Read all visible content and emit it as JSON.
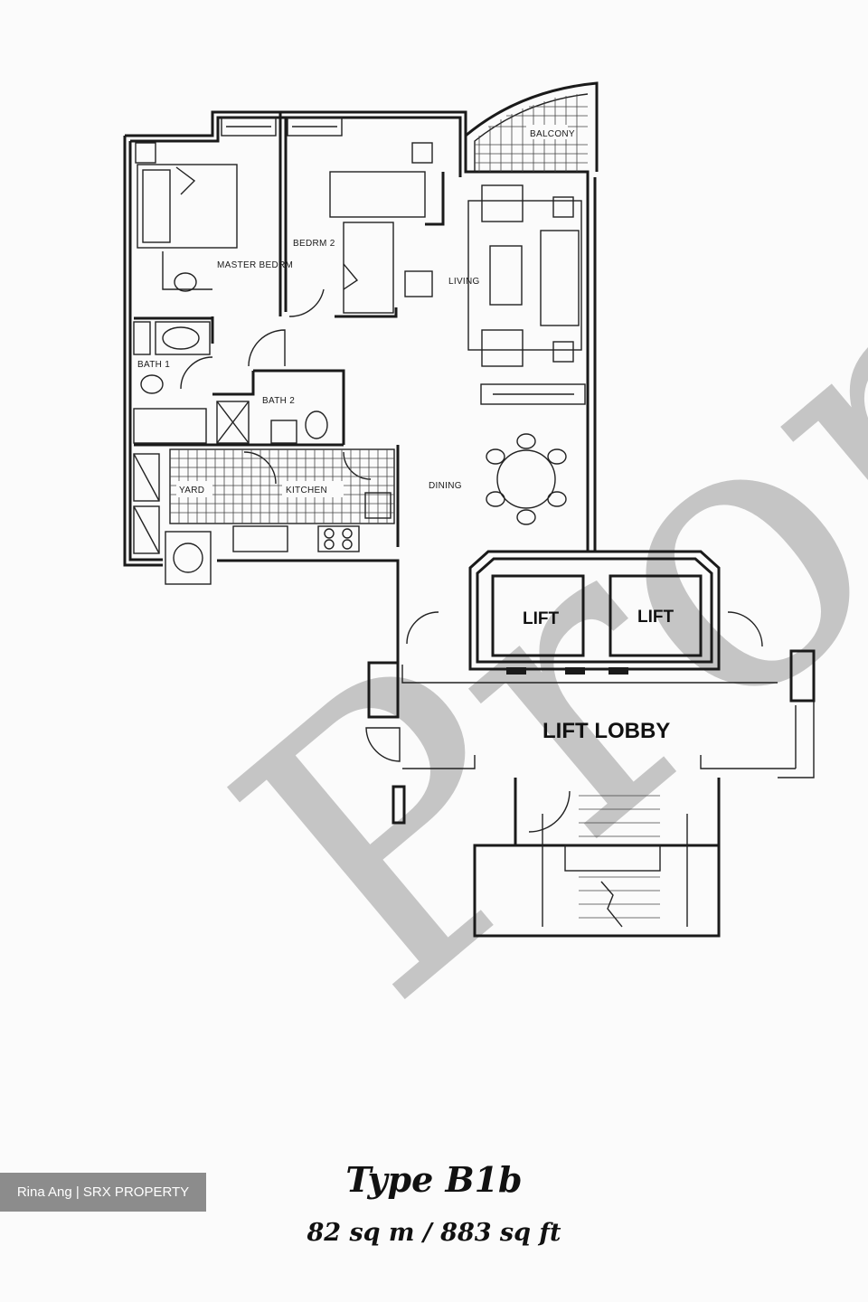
{
  "watermark": {
    "text": "Prop"
  },
  "rooms": {
    "master_bedroom": "MASTER BEDRM",
    "bedroom_2": "BEDRM 2",
    "bath_1": "BATH 1",
    "bath_2": "BATH 2",
    "balcony": "BALCONY",
    "living": "LIVING",
    "dining": "DINING",
    "kitchen": "KITCHEN",
    "yard": "YARD",
    "lift_1": "LIFT",
    "lift_2": "LIFT",
    "lift_lobby": "LIFT LOBBY"
  },
  "unit": {
    "type": "Type B1b",
    "area": "82 sq m / 883 sq ft"
  },
  "credit": "Rina Ang | SRX PROPERTY"
}
